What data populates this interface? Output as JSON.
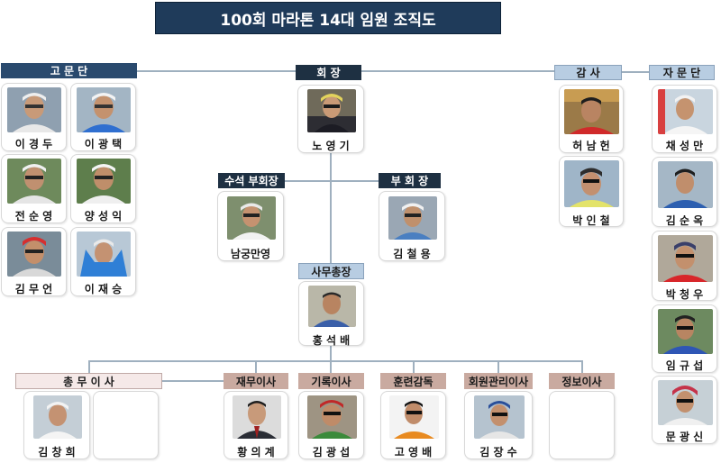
{
  "title": "100회 마라톤 14대 임원 조직도",
  "headers": {
    "advisory": "고 문 단",
    "president": "회 장",
    "audit": "감 사",
    "consult": "자 문 단",
    "senior_vp": "수석 부회장",
    "vp": "부 회 장",
    "secretary_general": "사무총장",
    "general_affairs": "총 무 이 사",
    "finance": "재무이사",
    "records": "기록이사",
    "training": "훈련감독",
    "membership": "회원관리이사",
    "info": "정보이사"
  },
  "names": {
    "president": "노 영 기",
    "senior_vp": "남궁만영",
    "vp": "김 철 용",
    "secretary_general": "홍 석 배",
    "advisory": [
      "이 경 두",
      "이 광 택",
      "전 순 영",
      "양 성 익",
      "김 무 언",
      "이 재 승"
    ],
    "audit": [
      "허 남 헌",
      "박 인 철"
    ],
    "consult": [
      "채 성 만",
      "김 순 옥",
      "박 청 우",
      "임 규 섭",
      "문 광 신"
    ],
    "general_affairs": "김 창 희",
    "finance": "황 의 계",
    "records": "김 광 섭",
    "training": "고 영 배",
    "membership": "김 장 수"
  }
}
